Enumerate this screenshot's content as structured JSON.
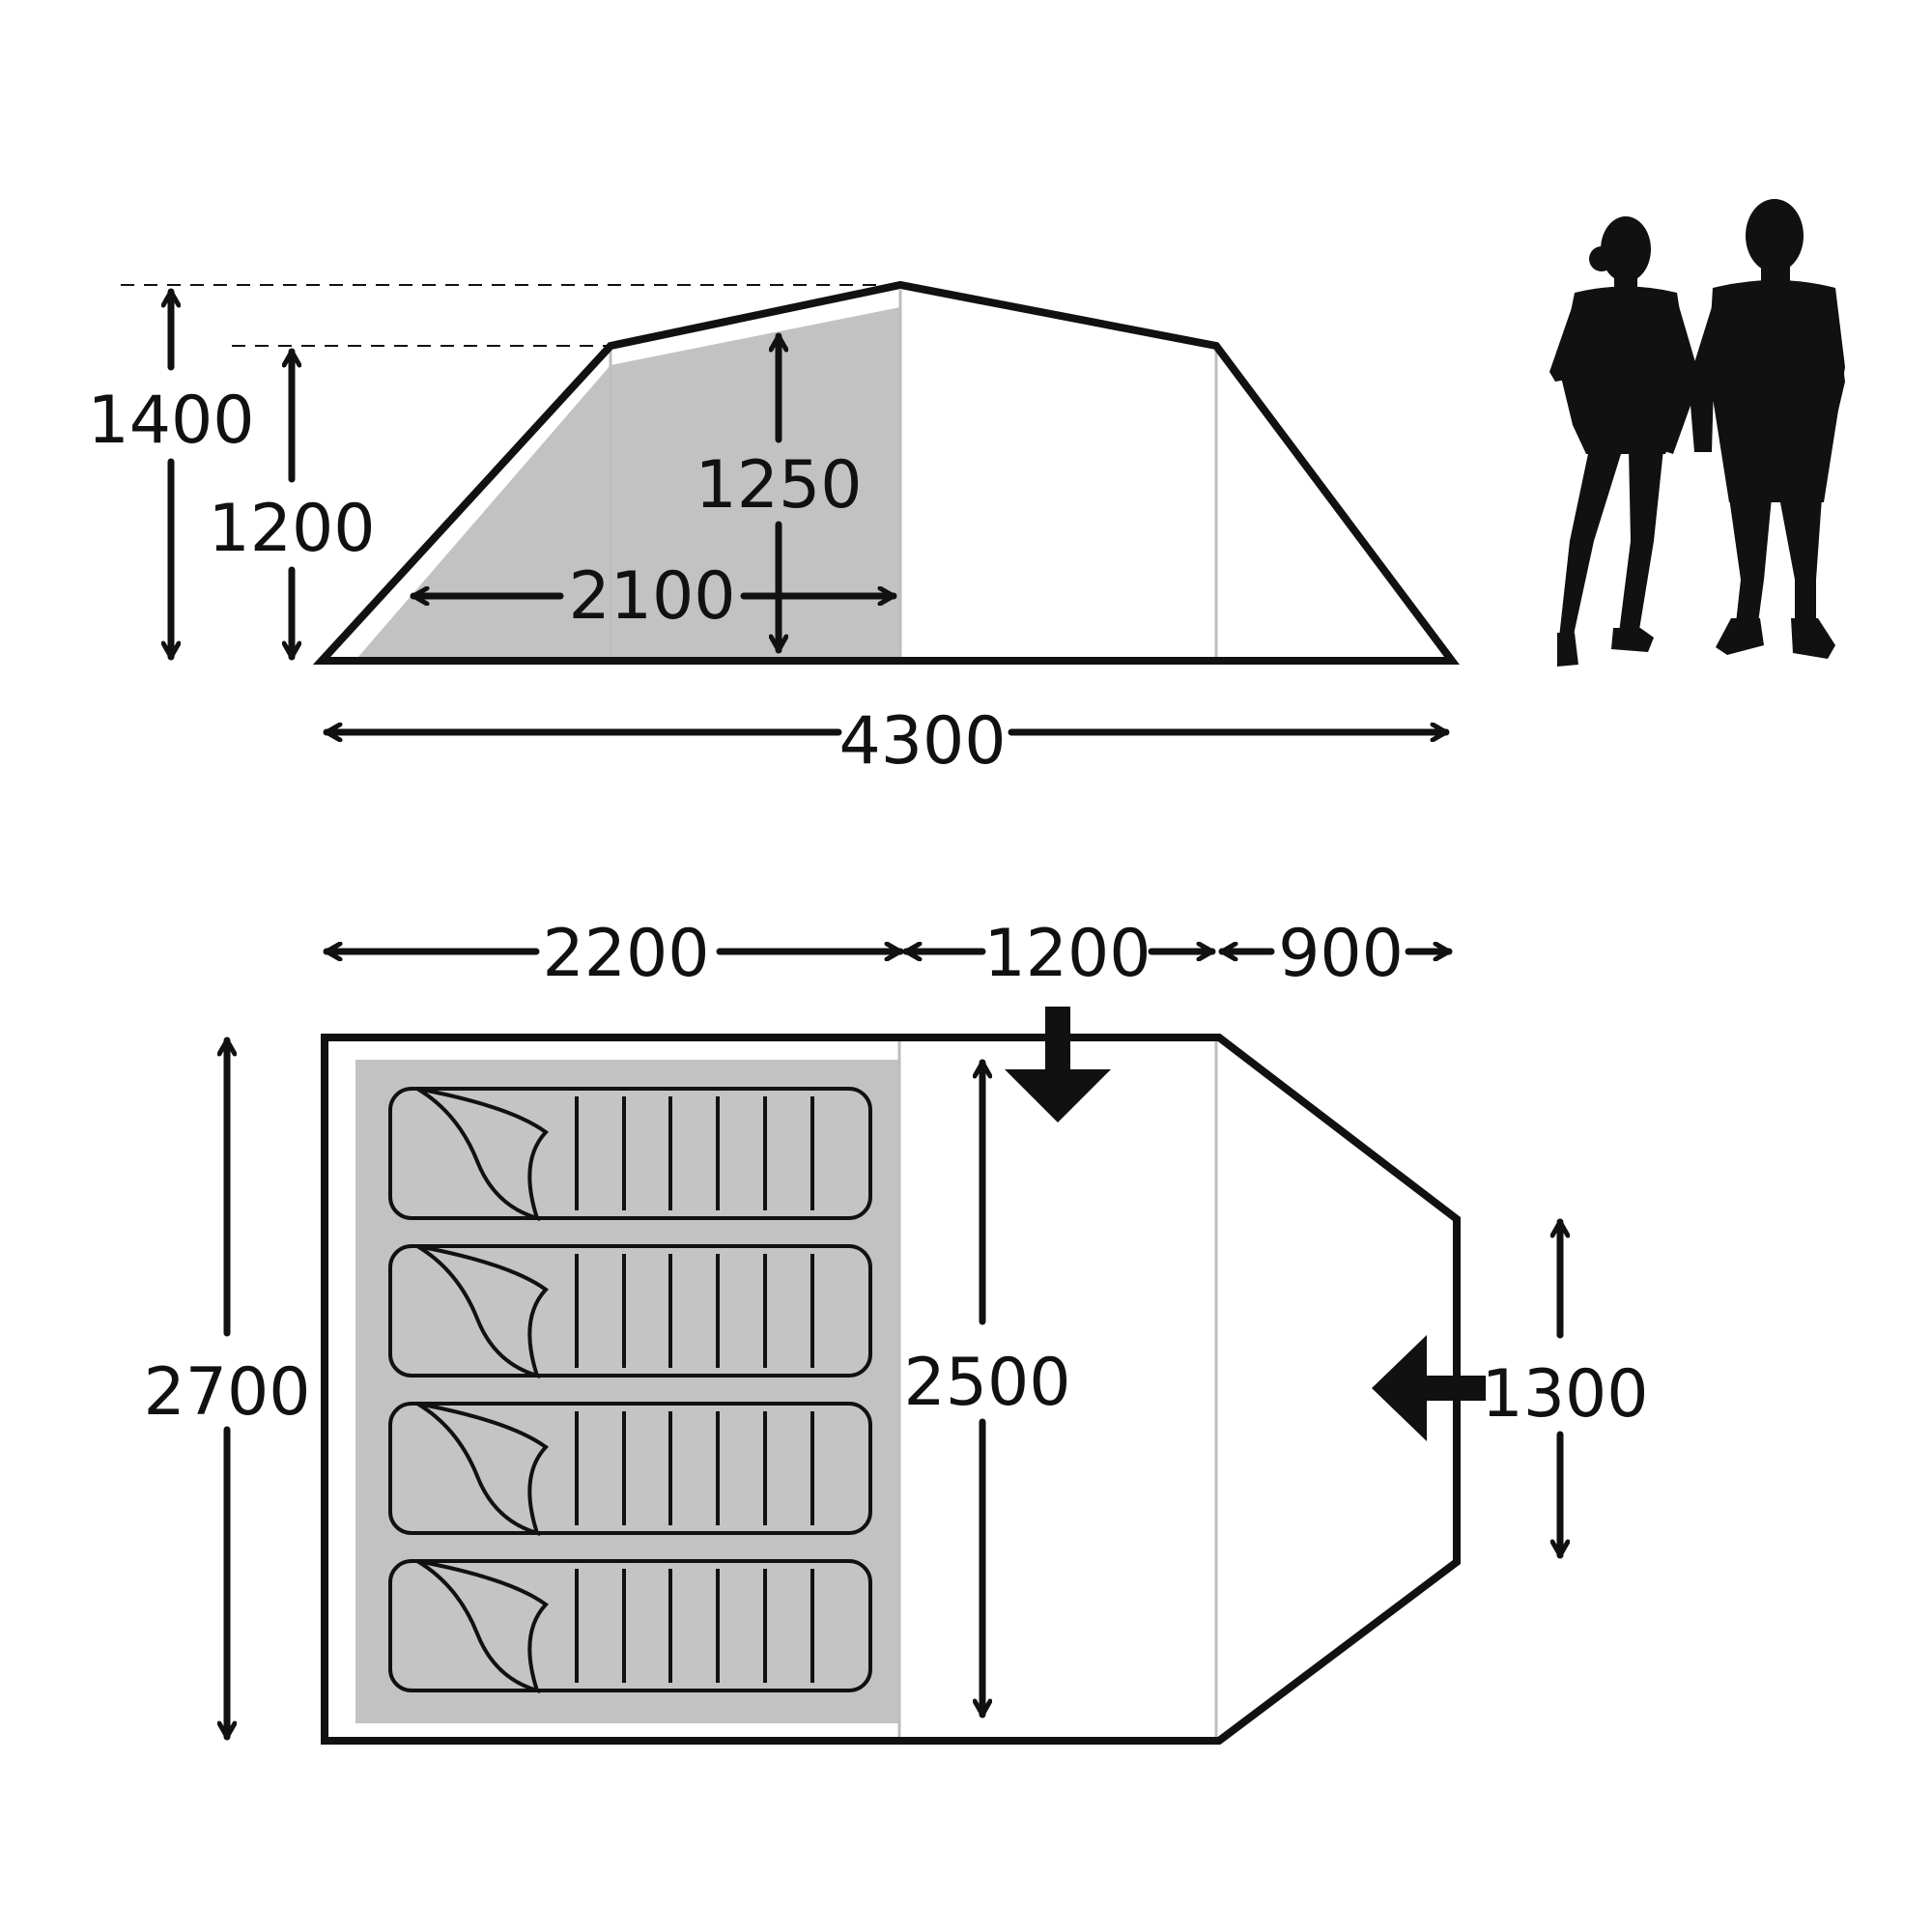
{
  "colors": {
    "ink": "#111111",
    "inner_tent": "#c2c2c2",
    "divider": "#bdbdbd",
    "background": "#ffffff"
  },
  "side_view": {
    "overall_height": "1400",
    "eave_height": "1200",
    "inner_height": "1250",
    "inner_length": "2100",
    "overall_length": "4300"
  },
  "floor_plan": {
    "bedroom_length": "2200",
    "living_length": "1200",
    "porch_length": "900",
    "overall_width": "2700",
    "inner_width": "2500",
    "porch_width": "1300",
    "sleeping_bag_count": 4,
    "door_icons": [
      "door-arrow-icon",
      "door-arrow-icon"
    ]
  },
  "people_icons": [
    "woman-silhouette-icon",
    "man-silhouette-icon"
  ]
}
